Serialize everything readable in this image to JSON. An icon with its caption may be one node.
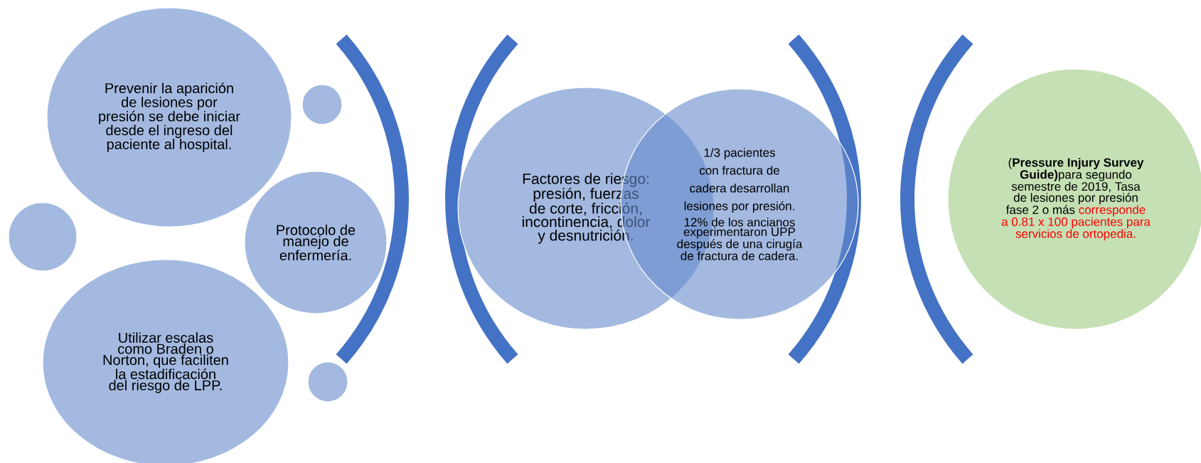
{
  "diagram": {
    "nodes": [
      {
        "text": [
          "Prevenir la aparición de lesiones por presión se debe iniciar desde el ingreso del paciente al hospital."
        ]
      },
      {
        "text": [],
        "shape": "circle"
      },
      {
        "text": [],
        "shape": "circle"
      },
      {
        "text": [
          "Protocolo de manejo de enfermería."
        ]
      },
      {
        "text": [
          "Utilizar escalas como Braden o Norton, que faciliten la estadificación del riesgo de LPP."
        ]
      },
      {
        "text": [],
        "shape": "circle"
      },
      {
        "text": [
          "Factores de riesgo: presión, fuerzas de corte, fricción, incontinencia, dolor y desnutrición."
        ]
      },
      {
        "text": [
          "1/3 pacientes con fractura de cadera desarrollan lesiones por presión.",
          "12% de los ancianos experimentaron UPP después de una cirugía de fractura de cadera."
        ]
      },
      {
        "text": [
          "(**Pressure Injury Survey Guide)**para segundo semestre de 2019, Tasa de lesiones por presión fase 2 o más",
          "corresponde a 0.81 x 100 pacientes para servicios de ortopedia."
        ]
      }
    ]
  }
}
